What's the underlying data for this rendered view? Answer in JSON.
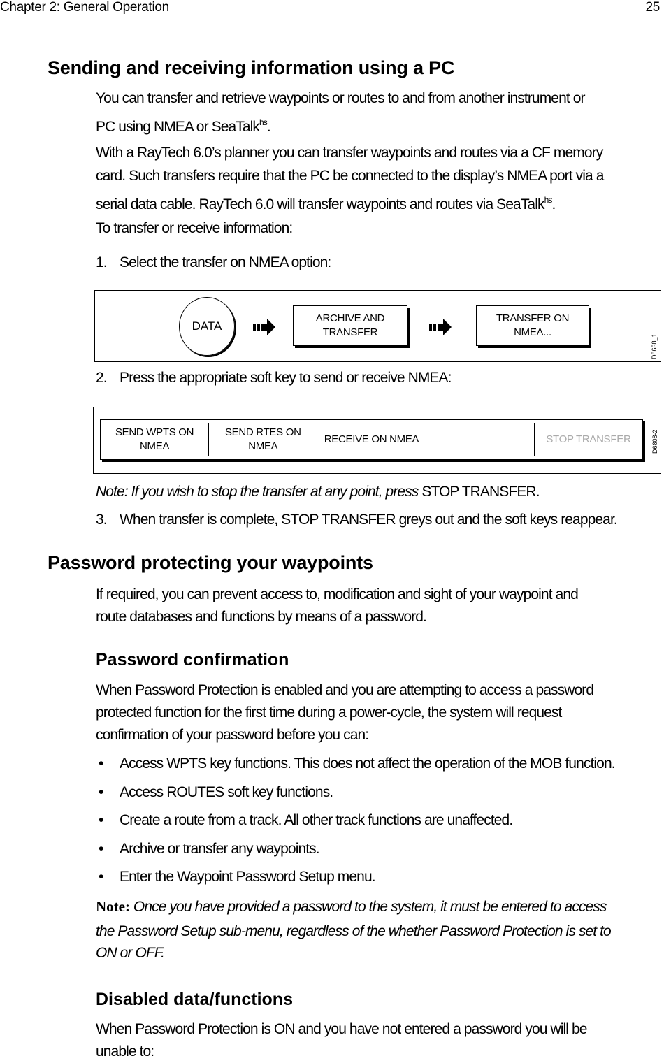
{
  "header": {
    "chapter": "Chapter 2: General Operation",
    "page": "25"
  },
  "s1": {
    "title": "Sending and receiving information using a PC",
    "p1a": "You can transfer and retrieve waypoints or routes to and from another instrument or",
    "p1b": "PC using NMEA or SeaTalk",
    "p1sup": "hs",
    "p1end": ".",
    "p2a": "With a RayTech 6.0’s planner you can transfer waypoints and routes via a CF memory",
    "p2b": "card. Such transfers require that the PC be connected to the display’s NMEA port via a",
    "p2c": "serial data cable. RayTech 6.0 will transfer waypoints and routes via SeaTalk",
    "p2sup": "hs",
    "p2end": ".",
    "p3": "To transfer or receive information:",
    "step1_num": "1.",
    "step1": "Select the transfer on NMEA option:",
    "diagram1": {
      "data": "DATA",
      "key1a": "ARCHIVE AND",
      "key1b": "TRANSFER",
      "key2a": "TRANSFER ON",
      "key2b": "NMEA...",
      "code": "D8638_1"
    },
    "step2_num": "2.",
    "step2": "Press the appropriate soft key to send or receive NMEA:",
    "diagram2": {
      "keys": [
        {
          "a": "SEND WPTS ON",
          "b": "NMEA"
        },
        {
          "a": "SEND RTES ON",
          "b": "NMEA"
        },
        {
          "a": "RECEIVE ON NMEA",
          "b": ""
        },
        {
          "a": "",
          "b": ""
        },
        {
          "a": "STOP TRANSFER",
          "b": ""
        }
      ],
      "code": "D6808-2",
      "grey": "#aaaaaa"
    },
    "note": "Note: If you wish to stop the transfer at any point, press",
    "note_key": "STOP TRANSFER",
    "step3_num": "3.",
    "step3": "When transfer is complete, STOP TRANSFER greys out and the soft keys reappear."
  },
  "s2": {
    "title": "Password protecting your waypoints",
    "p1a": "If required, you can prevent access to, modification and sight of your waypoint and",
    "p1b": "route databases and functions by means of a password."
  },
  "s3": {
    "title": "Password confirmation",
    "p1a": "When Password Protection is enabled and you are attempting to access a password",
    "p1b": "protected function for the first time during a power-cycle, the system will request",
    "p1c": "confirmation of your password before you can:",
    "bullets": [
      "Access WPTS key functions. This does not affect the operation of the MOB function.",
      "Access ROUTES soft key functions.",
      "Create a route from a track. All other track functions are unaffected.",
      "Archive or transfer any waypoints.",
      "Enter the Waypoint Password Setup menu."
    ],
    "note_label": "Note:",
    "note_a": "Once you have provided a password to the system, it must be entered to access",
    "note_b": "the Password Setup sub-menu, regardless of the whether Password Protection is set to",
    "note_c": "ON or OFF."
  },
  "s4": {
    "title": "Disabled data/functions",
    "p1a": "When Password Protection is ON and you have not entered a password you will be",
    "p1b": "unable to:"
  }
}
